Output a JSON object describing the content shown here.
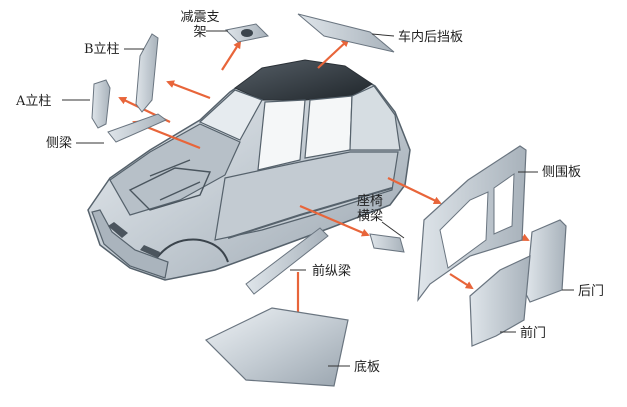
{
  "colors": {
    "arrow": "#e8653a",
    "panel": "#cfd6dc",
    "panel_dark": "#8d98a3",
    "car_line": "#56626c",
    "label_line": "#333333"
  },
  "labels": {
    "shock_mount": "减震支架",
    "rear_shelf": "车内后挡板",
    "b_pillar": "B立柱",
    "a_pillar": "A立柱",
    "side_rail": "侧梁",
    "seat_crossmember": "座椅横梁",
    "side_panel": "侧围板",
    "front_rail": "前纵梁",
    "rear_door": "后门",
    "front_door": "前门",
    "floor_panel": "底板"
  }
}
